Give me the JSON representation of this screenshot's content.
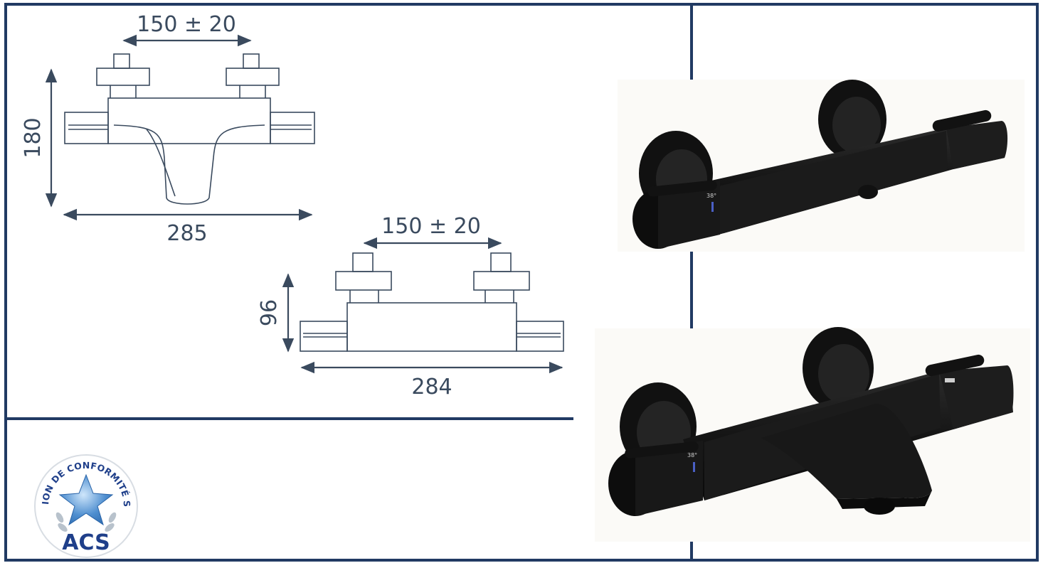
{
  "colors": {
    "frame": "#213a63",
    "drawing_line": "#3a4a5e",
    "product_black": "#1a1a1a"
  },
  "drawing_shower": {
    "width_label": "150 ± 20",
    "height_label": "180",
    "length_label": "285"
  },
  "drawing_bath": {
    "width_label": "150 ± 20",
    "height_label": "96",
    "length_label": "284"
  },
  "products": [
    {
      "icon": "shower-thermostatic-mixer",
      "dial_mark": "38°"
    },
    {
      "icon": "bath-thermostatic-mixer",
      "dial_mark": "38°"
    }
  ],
  "logo": {
    "arc_text": "ATTESTATION DE CONFORMITÉ SANITAIRE",
    "acronym": "ACS"
  }
}
